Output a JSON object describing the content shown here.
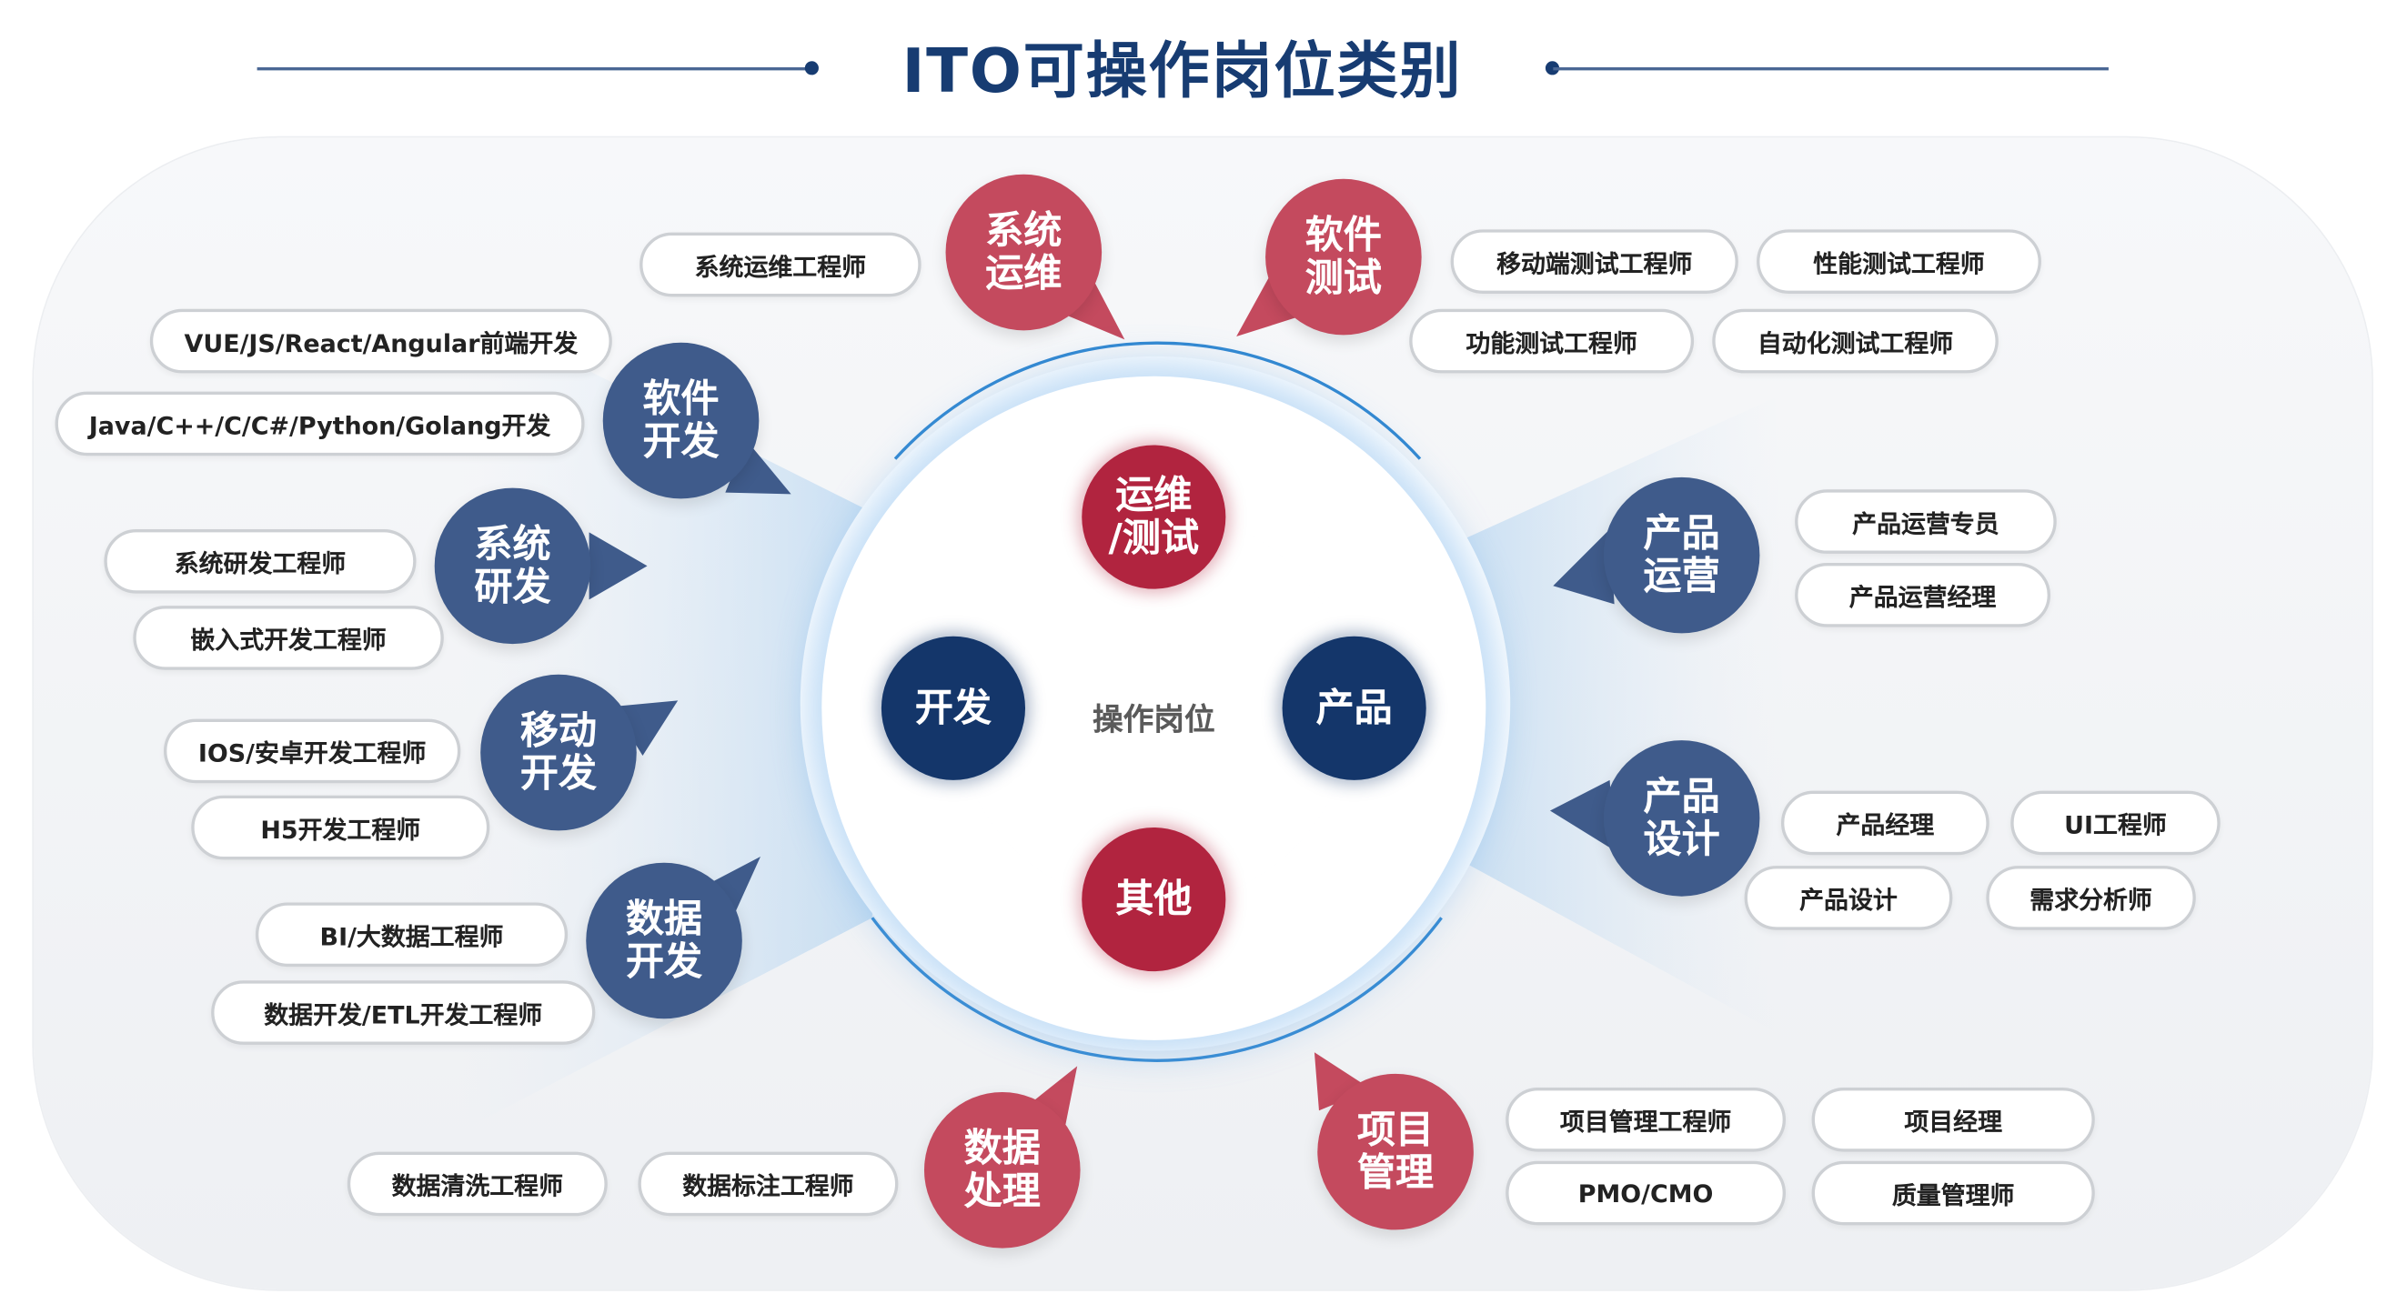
{
  "title": "ITO可操作岗位类别",
  "center_label": "操作岗位",
  "colors": {
    "title": "#173c72",
    "red_inner": "#b1243f",
    "navy_inner": "#14366a",
    "red_outer": "#c44a5e",
    "blue_outer": "#3f5b8b"
  },
  "core": [
    {
      "l1": "运维",
      "l2": "/测试"
    },
    {
      "l1": "开发"
    },
    {
      "l1": "产品"
    },
    {
      "l1": "其他"
    }
  ],
  "groups": [
    {
      "l1": "系统",
      "l2": "运维",
      "roles": [
        "系统运维工程师"
      ]
    },
    {
      "l1": "软件",
      "l2": "测试",
      "roles": [
        "移动端测试工程师",
        "性能测试工程师",
        "功能测试工程师",
        "自动化测试工程师"
      ]
    },
    {
      "l1": "软件",
      "l2": "开发",
      "roles": [
        "VUE/JS/React/Angular前端开发",
        "Java/C++/C/C#/Python/Golang开发"
      ]
    },
    {
      "l1": "系统",
      "l2": "研发",
      "roles": [
        "系统研发工程师",
        "嵌入式开发工程师"
      ]
    },
    {
      "l1": "移动",
      "l2": "开发",
      "roles": [
        "IOS/安卓开发工程师",
        "H5开发工程师"
      ]
    },
    {
      "l1": "数据",
      "l2": "开发",
      "roles": [
        "BI/大数据工程师",
        "数据开发/ETL开发工程师"
      ]
    },
    {
      "l1": "数据",
      "l2": "处理",
      "roles": [
        "数据清洗工程师",
        "数据标注工程师"
      ]
    },
    {
      "l1": "项目",
      "l2": "管理",
      "roles": [
        "项目管理工程师",
        "项目经理",
        "PMO/CMO",
        "质量管理师"
      ]
    },
    {
      "l1": "产品",
      "l2": "运营",
      "roles": [
        "产品运营专员",
        "产品运营经理"
      ]
    },
    {
      "l1": "产品",
      "l2": "设计",
      "roles": [
        "产品经理",
        "UI工程师",
        "产品设计",
        "需求分析师"
      ]
    }
  ]
}
